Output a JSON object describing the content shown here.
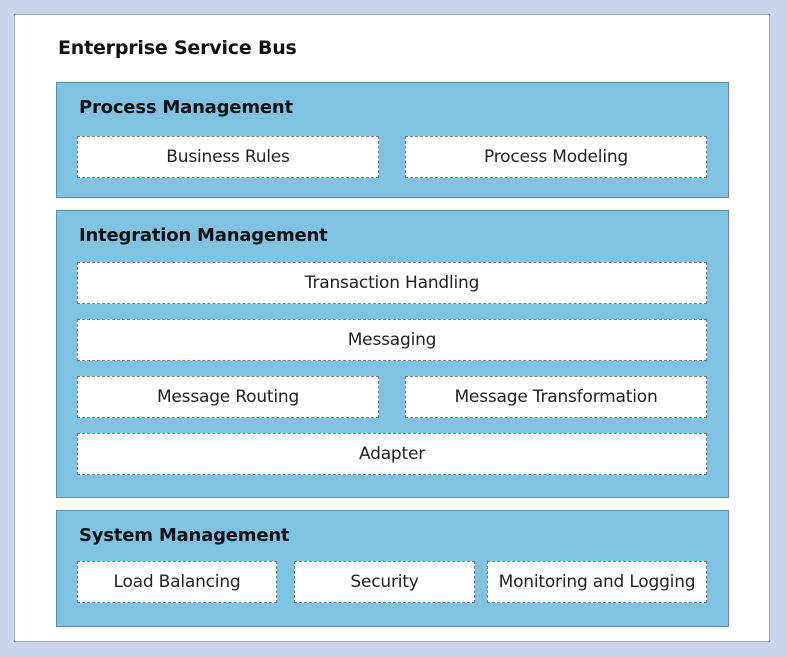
{
  "diagram": {
    "title": "Enterprise Service Bus",
    "process_management": {
      "title": "Process Management",
      "items": [
        "Business Rules",
        "Process Modeling"
      ]
    },
    "integration_management": {
      "title": "Integration Management",
      "items": [
        "Transaction Handling",
        "Messaging",
        "Message Routing",
        "Message Transformation",
        "Adapter"
      ]
    },
    "system_management": {
      "title": "System Management",
      "items": [
        "Load Balancing",
        "Security",
        "Monitoring and Logging"
      ]
    }
  },
  "colors": {
    "page_background": "#c9d5ea",
    "panel_background": "#ffffff",
    "section_fill": "#7fc2e2",
    "section_border": "#5e8fae",
    "box_border": "#7a7a7a"
  }
}
